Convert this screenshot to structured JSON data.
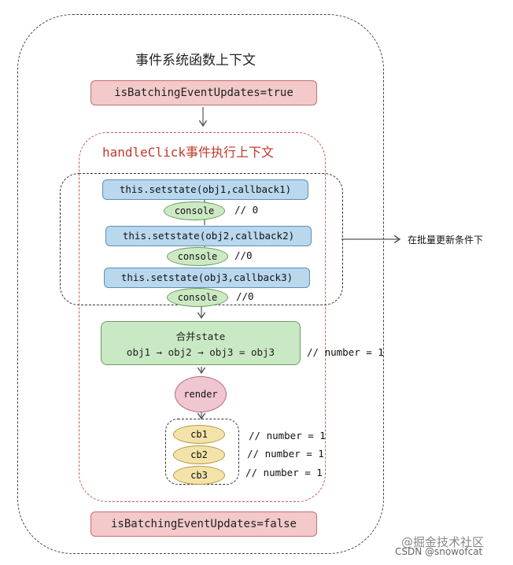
{
  "outer_title": "事件系统函数上下文",
  "flag_true": "isBatchingEventUpdates=true",
  "flag_false": "isBatchingEventUpdates=false",
  "inner_title": "handleClick事件执行上下文",
  "setstate_calls": [
    {
      "call": "this.setstate(obj1,callback1)",
      "console": "console",
      "comment": "// 0"
    },
    {
      "call": "this.setstate(obj2,callback2)",
      "console": "console",
      "comment": "//0"
    },
    {
      "call": "this.setstate(obj3,callback3)",
      "console": "console",
      "comment": "//0"
    }
  ],
  "batch_label": "在批量更新条件下",
  "merge": {
    "title": "合并state",
    "flow": "obj1 → obj2 → obj3 = obj3",
    "comment": "// number = 1"
  },
  "render": "render",
  "callbacks": [
    {
      "label": "cb1",
      "comment": "// number = 1"
    },
    {
      "label": "cb2",
      "comment": "// number = 1"
    },
    {
      "label": "cb3",
      "comment": "// number = 1"
    }
  ],
  "watermark": {
    "line1": "@掘金技术社区",
    "line2": "CSDN @snowofcat"
  },
  "colors": {
    "red_fill": "#f3c9c9",
    "blue_fill": "#b9d8ee",
    "green_fill": "#cde9c4",
    "pink_fill": "#f0c6d0",
    "yellow_fill": "#f3e3a8",
    "inner_title": "#c0392b"
  }
}
